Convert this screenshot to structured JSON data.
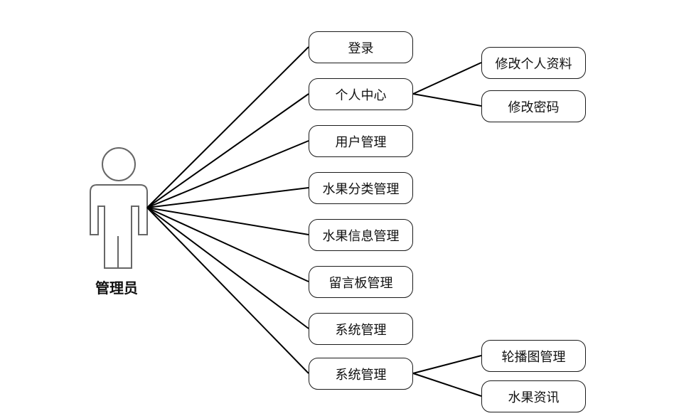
{
  "actor": {
    "label": "管理员",
    "icon": "user-figure-icon"
  },
  "use_cases": [
    {
      "label": "登录"
    },
    {
      "label": "个人中心",
      "children": [
        {
          "label": "修改个人资料"
        },
        {
          "label": "修改密码"
        }
      ]
    },
    {
      "label": "用户管理"
    },
    {
      "label": "水果分类管理"
    },
    {
      "label": "水果信息管理"
    },
    {
      "label": "留言板管理"
    },
    {
      "label": "系统管理"
    },
    {
      "label": "系统管理",
      "children": [
        {
          "label": "轮播图管理"
        },
        {
          "label": "水果资讯"
        }
      ]
    }
  ],
  "colors": {
    "line": "#000000",
    "actor_stroke": "#666666",
    "node_border": "#1a1a1a"
  }
}
